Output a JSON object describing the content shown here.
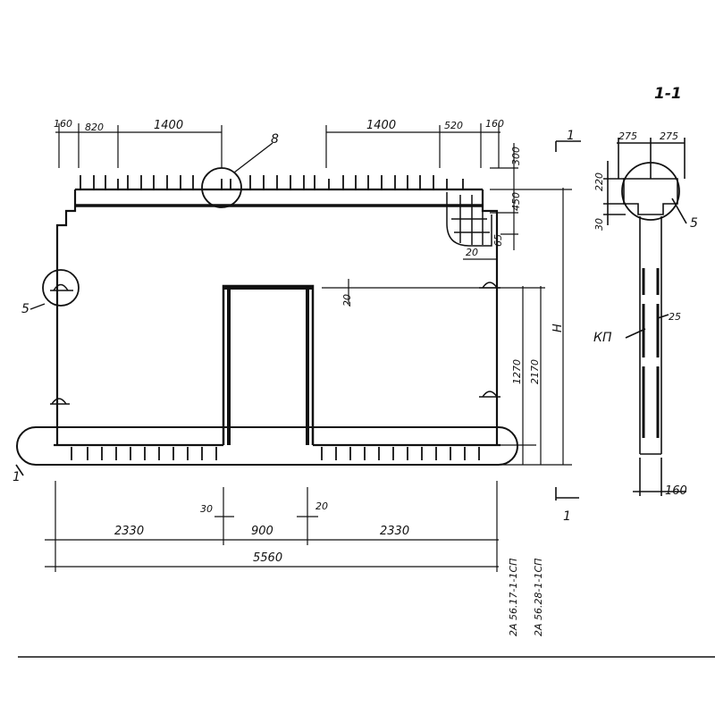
{
  "section_label": "1-1",
  "top_dims": {
    "a": "160",
    "b": "820",
    "c": "1400",
    "d": "1400",
    "e": "520",
    "f": "160"
  },
  "right_small_dims": {
    "a": "300",
    "b": "450",
    "c": "65"
  },
  "corner_dim": "20",
  "opening_top_dim": "20",
  "height_dims": {
    "h": "Н",
    "d2170": "2170",
    "d1270": "1270"
  },
  "bottom_small_dims": {
    "left": "30",
    "right": "20"
  },
  "bottom_dims": {
    "left": "2330",
    "middle": "900",
    "right": "2330",
    "total": "5560"
  },
  "callouts": {
    "detail_top": "8",
    "detail_left": "5",
    "detail_section": "5",
    "kp": "КП"
  },
  "section_dims": {
    "w_left": "275",
    "w_right": "275",
    "h220": "220",
    "h30": "30",
    "d25": "25",
    "thickness": "160"
  },
  "cut_marks": {
    "top": "1",
    "bottom": "1",
    "left": "1"
  },
  "product_codes": {
    "code1": "2А 56.17-1-1СП",
    "code2": "2А 56.28-1-1СП"
  }
}
